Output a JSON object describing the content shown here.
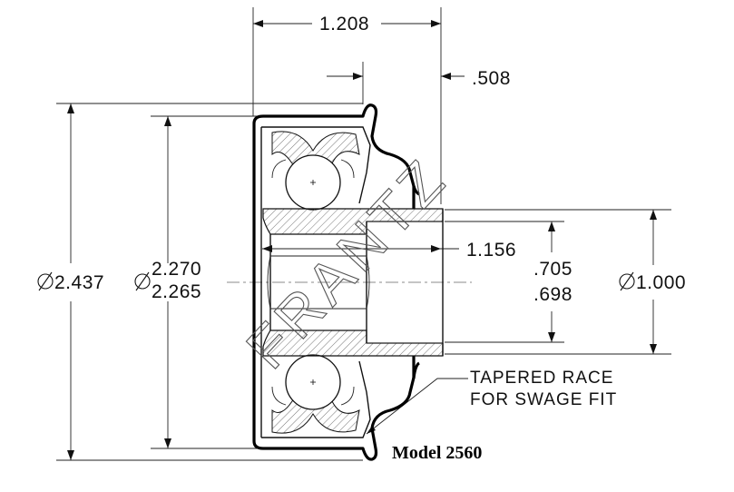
{
  "drawing": {
    "dimensions": {
      "overall_width": "1.208",
      "flange_offset": ".508",
      "outer_diameter": "2.437",
      "shield_diameter_max": "2.270",
      "shield_diameter_min": "2.265",
      "bore_length": "1.156",
      "bore_diameter_max": ".705",
      "bore_diameter_min": ".698",
      "hub_diameter": "1.000"
    },
    "notes": {
      "line1": "TAPERED RACE",
      "line2": "FOR SWAGE FIT"
    },
    "model_label": "Model 2560",
    "watermark": "FRANTZ"
  }
}
